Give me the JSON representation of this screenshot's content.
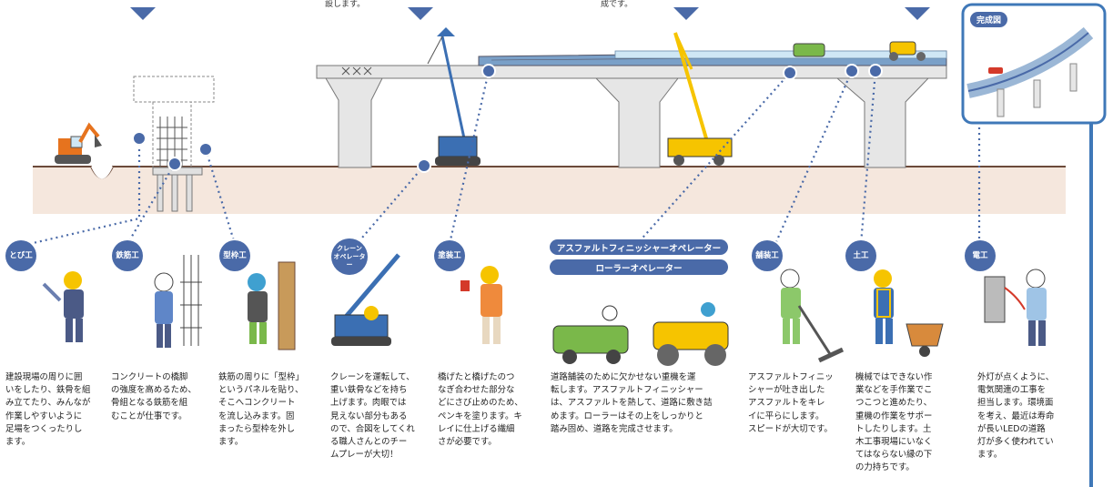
{
  "top_fragments": [
    "設します。",
    "成です。"
  ],
  "completed_label": "完成図",
  "asphalt_labels": [
    "アスファルトフィニッシャーオペレーター",
    "ローラーオペレーター"
  ],
  "jobs": [
    {
      "key": "tobi",
      "badge": "とび工",
      "lines": [
        "建設現場の周りに囲",
        "いをしたり、鉄骨を組",
        "み立てたり、みんなが",
        "作業しやすいように",
        "足場をつくったりし",
        "ます。"
      ]
    },
    {
      "key": "tekkin",
      "badge": "鉄筋工",
      "lines": [
        "コンクリートの橋脚",
        "の強度を高めるため、",
        "骨組となる鉄筋を組",
        "むことが仕事です。"
      ]
    },
    {
      "key": "katawaku",
      "badge": "型枠工",
      "lines": [
        "鉄筋の周りに「型枠」",
        "というパネルを貼り、",
        "そこへコンクリート",
        "を流し込みます。固",
        "まったら型枠を外し",
        "ます。"
      ]
    },
    {
      "key": "crane",
      "badge": "クレーン\nオペレーター",
      "lines": [
        "クレーンを運転して、",
        "重い鉄骨などを持ち",
        "上げます。肉眼では",
        "見えない部分もある",
        "ので、合図をしてくれ",
        "る職人さんとのチー",
        "ムプレーが大切！"
      ]
    },
    {
      "key": "tosou",
      "badge": "塗装工",
      "lines": [
        "橋げたと橋げたのつ",
        "なぎ合わせた部分な",
        "どにさび止めのため、",
        "ペンキを塗ります。キ",
        "レイに仕上げる繊細",
        "さが必要です。"
      ]
    },
    {
      "key": "asphalt",
      "badge": "",
      "lines": [
        "道路舗装のために欠かせない重機を運",
        "転します。アスファルトフィニッシャー",
        "は、アスファルトを熱して、道路に敷き詰",
        "めます。ローラーはその上をしっかりと",
        "踏み固め、道路を完成させます。"
      ]
    },
    {
      "key": "hosou",
      "badge": "舗装工",
      "lines": [
        "アスファルトフィニッ",
        "シャーが吐き出した",
        "アスファルトをキレ",
        "イに平らにします。",
        "スピードが大切です。"
      ]
    },
    {
      "key": "doko",
      "badge": "土工",
      "lines": [
        "機械ではできない作",
        "業などを手作業でこ",
        "つこつと進めたり、",
        "重機の作業をサポー",
        "トしたりします。土",
        "木工事現場にいなく",
        "てはならない縁の下",
        "の力持ちです。"
      ]
    },
    {
      "key": "denki",
      "badge": "電工",
      "lines": [
        "外灯が点くように、",
        "電気関連の工事を",
        "担当します。環境面",
        "を考え、最近は寿命",
        "が長いLEDの道路",
        "灯が多く使われてい",
        "ます。"
      ]
    }
  ],
  "colors": {
    "accent": "#4a6aa8",
    "frame": "#3f78b8",
    "ground": "#f5e7dd",
    "concrete": "#e6e6e6",
    "helmet": "#f6c400"
  }
}
